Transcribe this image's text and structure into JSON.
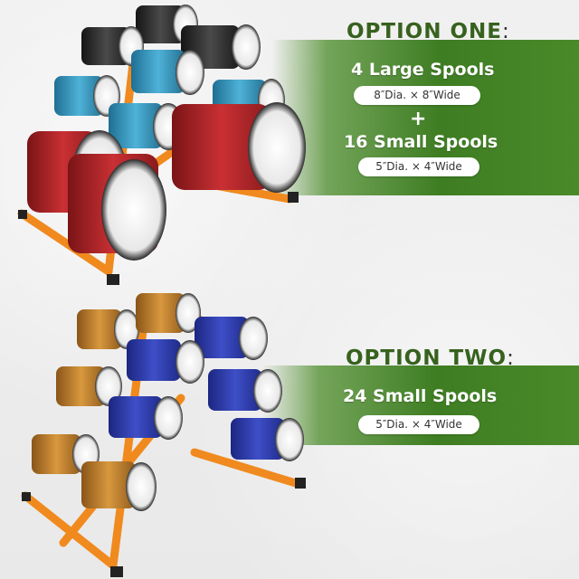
{
  "option_one": {
    "heading": "OPTION ONE",
    "colon": ":",
    "large_spools": "4 Large Spools",
    "large_dims": "8″Dia. × 8″Wide",
    "plus": "+",
    "small_spools": "16 Small Spools",
    "small_dims": "5″Dia. × 4″Wide"
  },
  "option_two": {
    "heading": "OPTION TWO",
    "colon": ":",
    "small_spools": "24 Small Spools",
    "small_dims": "5″Dia. × 4″Wide"
  },
  "colors": {
    "rack": "#f08a1e",
    "heading_green": "#37621e",
    "band_green": "#3e7d22",
    "wire_red": "#b8282a",
    "wire_blue_light": "#3a9bc4",
    "wire_black": "#2a2a2a",
    "wire_blue": "#2f3fae",
    "wire_orange": "#c9852e"
  }
}
